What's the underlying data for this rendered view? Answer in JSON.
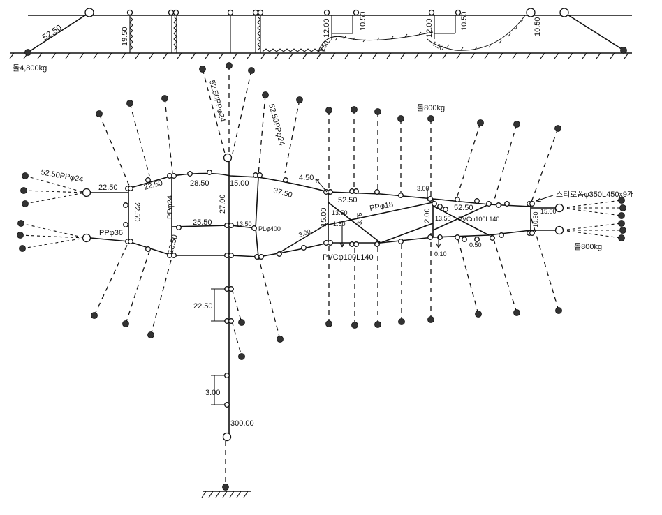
{
  "section_view": {
    "labels": {
      "left_slope": "52.50",
      "stone_left": "돌4,800kg",
      "depth_1": "19.50",
      "depth_2": "12.00",
      "depth_3": "10.50",
      "depth_4": "12.00",
      "depth_5": "10.50",
      "depth_6": "10.50",
      "slope_1": "1.50",
      "slope_2": "1.50"
    }
  },
  "plan_view": {
    "labels": {
      "rope_top_1": "52.50PPφ24",
      "rope_top_2": "52.50PPφ24",
      "rope_left": "52.50PPφ24",
      "stone_top": "돌800kg",
      "styrofoam": "스티로폼φ350L450x9개",
      "stone_right": "돌800kg",
      "pp36": "PPφ36",
      "pp24": "PPφ24",
      "pp18": "PPφ18",
      "pl400": "PLφ400",
      "pvc_1": "PVCφ100L140",
      "pvc_2": "PVCφ100L140",
      "d_22_50_a": "22.50",
      "d_22_50_b": "22.50",
      "d_22_50_c": "22.50",
      "d_28_50": "28.50",
      "d_15_00_a": "15.00",
      "d_37_50": "37.50",
      "d_4_50": "4.50",
      "d_27_00": "27.00",
      "d_25_50": "25.50",
      "d_13_50_a": "13.50",
      "d_13_50_b": "13.50",
      "d_3_00_a": "3.00",
      "d_15_00_b": "15.00",
      "d_13_50_c": "13.50",
      "d_1_50": "1.50",
      "d_3_75": "3.75",
      "d_52_50_a": "52.50",
      "d_3_00_b": "3.00",
      "d_12_00": "12.00",
      "d_13_50_d": "13.50",
      "d_52_50_b": "52.50",
      "d_15_00_c": "15.00",
      "d_10_50": "10.50",
      "d_0_10": "0.10",
      "d_0_50": "0.50",
      "d_22_50_d": "22.50",
      "d_3_00_c": "3.00",
      "d_300_00": "300.00"
    }
  }
}
